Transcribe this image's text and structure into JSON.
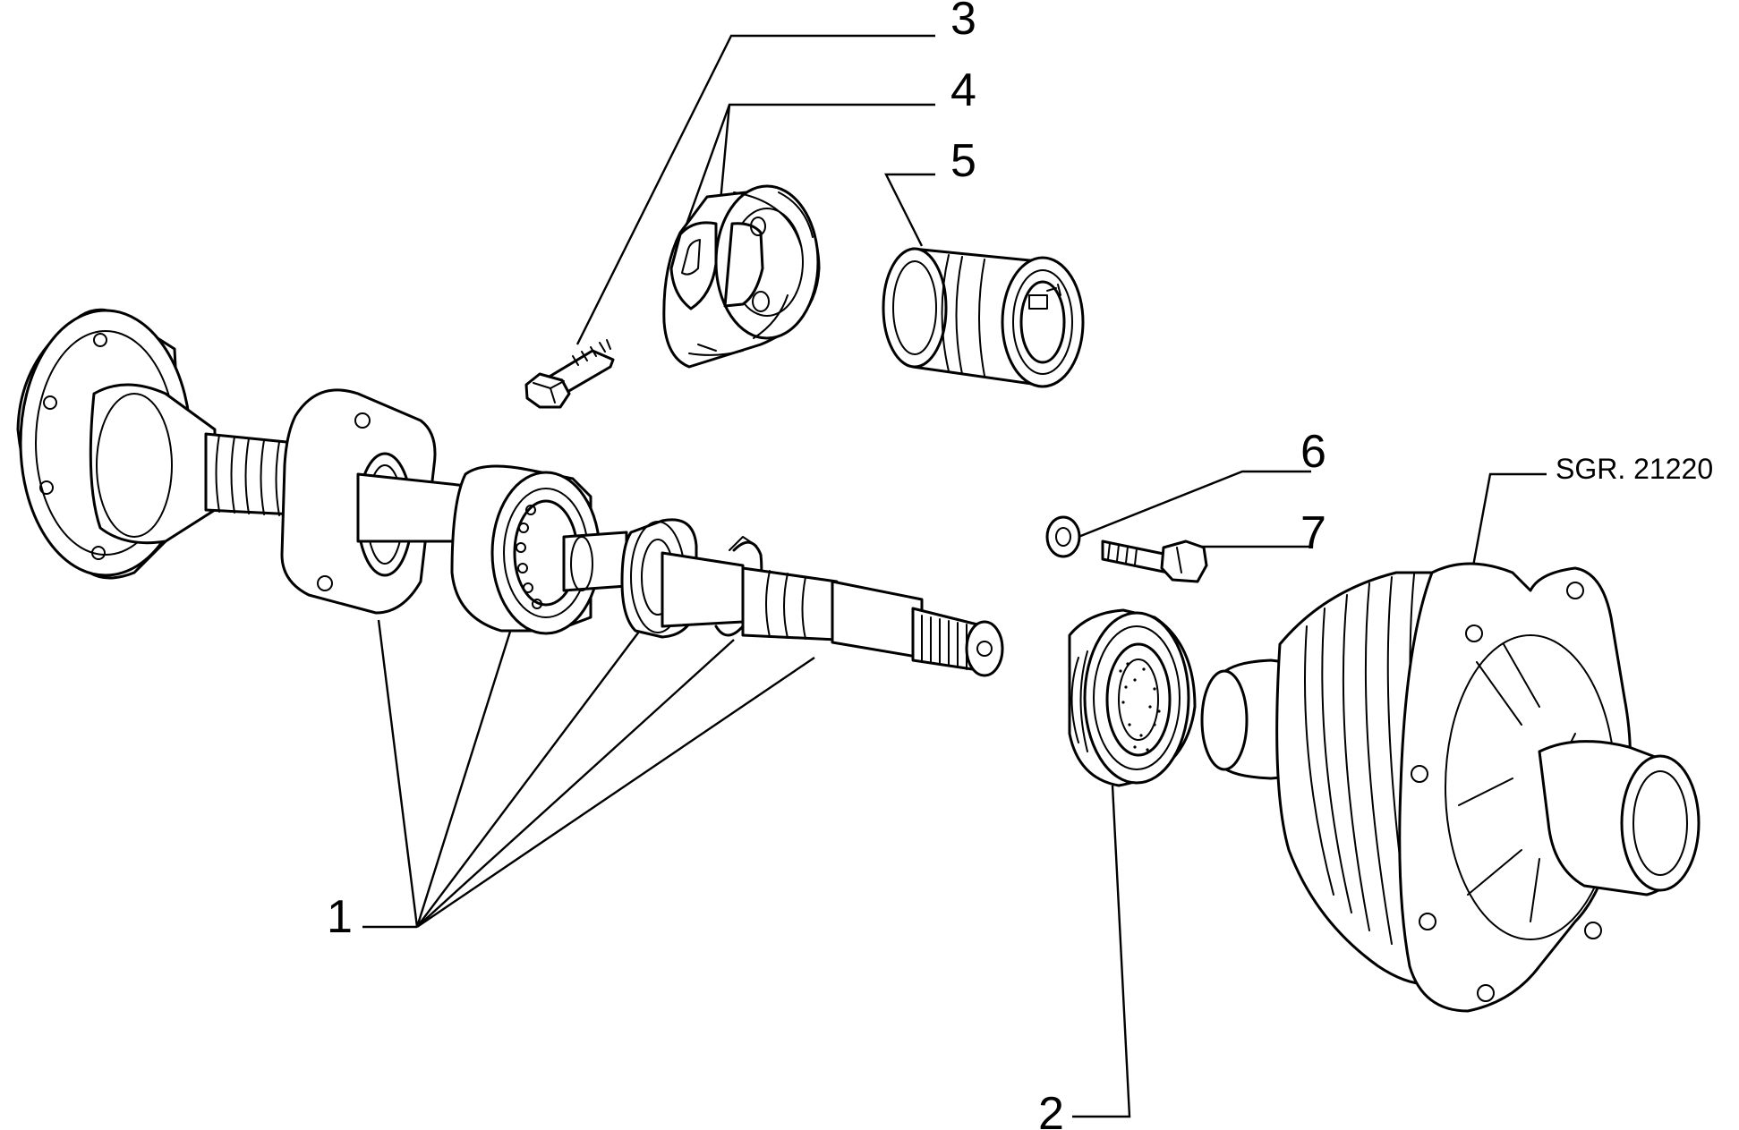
{
  "diagram": {
    "reference_code": "SGR. 21220",
    "callouts": [
      {
        "id": "1",
        "label": "1"
      },
      {
        "id": "2",
        "label": "2"
      },
      {
        "id": "3",
        "label": "3"
      },
      {
        "id": "4",
        "label": "4"
      },
      {
        "id": "5",
        "label": "5"
      },
      {
        "id": "6",
        "label": "6"
      },
      {
        "id": "7",
        "label": "7"
      }
    ]
  }
}
